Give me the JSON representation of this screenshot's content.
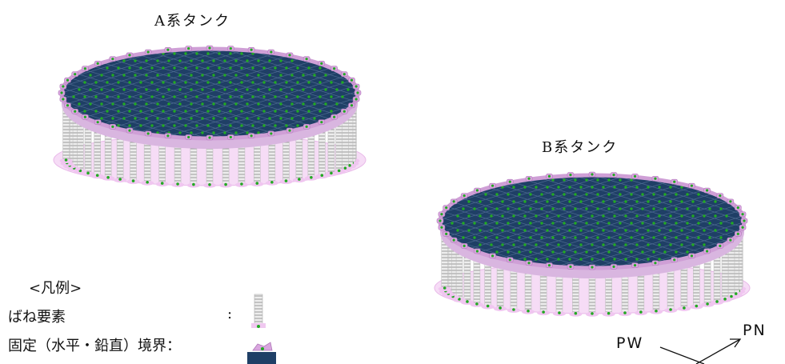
{
  "tank_a": {
    "title": "A系タンク"
  },
  "tank_b": {
    "title": "B系タンク"
  },
  "legend": {
    "title": "<凡例>",
    "items": [
      {
        "label": "ばね要素",
        "separator": ":",
        "icon": "spring-element-icon"
      },
      {
        "label": "固定（水平・鉛直）境界：",
        "icon": "fixed-boundary-icon"
      }
    ]
  },
  "directions": {
    "west": "PW",
    "north": "PN"
  },
  "colors": {
    "plate": "#1f3f66",
    "node": "#22aa22",
    "spring_pink": "#e6a8e6",
    "spring_grey": "#b8b8b8"
  }
}
